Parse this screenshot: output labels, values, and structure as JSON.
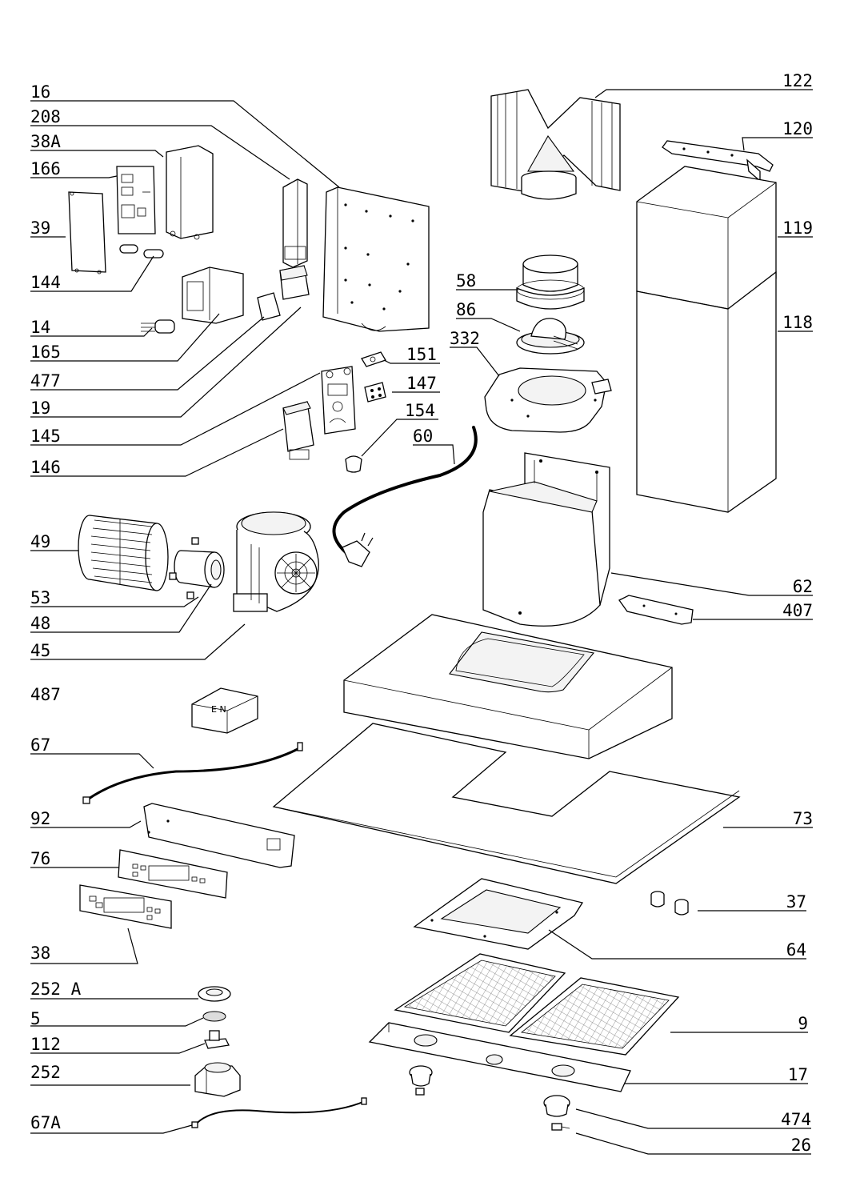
{
  "diagram": {
    "labels": [
      {
        "id": "16",
        "text": "16"
      },
      {
        "id": "208",
        "text": "208"
      },
      {
        "id": "38A",
        "text": "38A"
      },
      {
        "id": "166",
        "text": "166"
      },
      {
        "id": "39",
        "text": "39"
      },
      {
        "id": "144",
        "text": "144"
      },
      {
        "id": "14",
        "text": "14"
      },
      {
        "id": "165",
        "text": "165"
      },
      {
        "id": "477",
        "text": "477"
      },
      {
        "id": "19",
        "text": "19"
      },
      {
        "id": "145",
        "text": "145"
      },
      {
        "id": "146",
        "text": "146"
      },
      {
        "id": "49",
        "text": "49"
      },
      {
        "id": "53",
        "text": "53"
      },
      {
        "id": "48",
        "text": "48"
      },
      {
        "id": "45",
        "text": "45"
      },
      {
        "id": "487",
        "text": "487"
      },
      {
        "id": "67",
        "text": "67"
      },
      {
        "id": "92",
        "text": "92"
      },
      {
        "id": "76",
        "text": "76"
      },
      {
        "id": "38",
        "text": "38"
      },
      {
        "id": "252A",
        "text": "252 A"
      },
      {
        "id": "5",
        "text": "5"
      },
      {
        "id": "112",
        "text": "112"
      },
      {
        "id": "252",
        "text": "252"
      },
      {
        "id": "67A",
        "text": "67A"
      },
      {
        "id": "122",
        "text": "122"
      },
      {
        "id": "120",
        "text": "120"
      },
      {
        "id": "119",
        "text": "119"
      },
      {
        "id": "118",
        "text": "118"
      },
      {
        "id": "58",
        "text": "58"
      },
      {
        "id": "86",
        "text": "86"
      },
      {
        "id": "332",
        "text": "332"
      },
      {
        "id": "151",
        "text": "151"
      },
      {
        "id": "147",
        "text": "147"
      },
      {
        "id": "154",
        "text": "154"
      },
      {
        "id": "60",
        "text": "60"
      },
      {
        "id": "62",
        "text": "62"
      },
      {
        "id": "407",
        "text": "407"
      },
      {
        "id": "73",
        "text": "73"
      },
      {
        "id": "37",
        "text": "37"
      },
      {
        "id": "64",
        "text": "64"
      },
      {
        "id": "9",
        "text": "9"
      },
      {
        "id": "17",
        "text": "17"
      },
      {
        "id": "474",
        "text": "474"
      },
      {
        "id": "26",
        "text": "26"
      }
    ],
    "part_487_marks": "E N"
  }
}
